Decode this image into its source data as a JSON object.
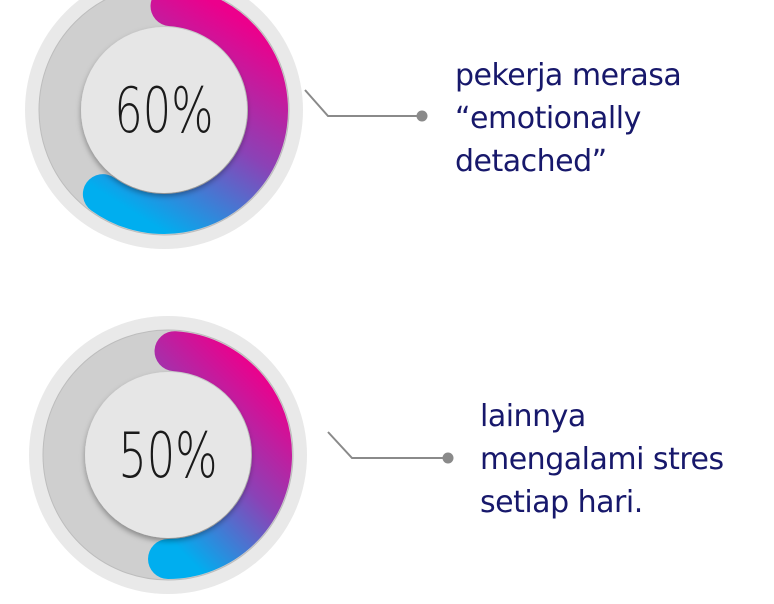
{
  "colors": {
    "arc_start": "#ec008c",
    "arc_mid": "#8b42b6",
    "arc_end": "#00aeef",
    "text": "#17186b",
    "track": "#cfcfcf",
    "ring": "#e9e9e9",
    "connector": "#8a8a8a"
  },
  "chart_data": {
    "type": "pie",
    "title": "",
    "gauges": [
      {
        "label": "60%",
        "value": 60,
        "max": 100,
        "caption": [
          "pekerja merasa",
          "“emotionally",
          "detached”"
        ]
      },
      {
        "label": "50%",
        "value": 50,
        "max": 100,
        "caption": [
          "lainnya",
          "mengalami stres",
          "setiap hari."
        ]
      }
    ]
  }
}
